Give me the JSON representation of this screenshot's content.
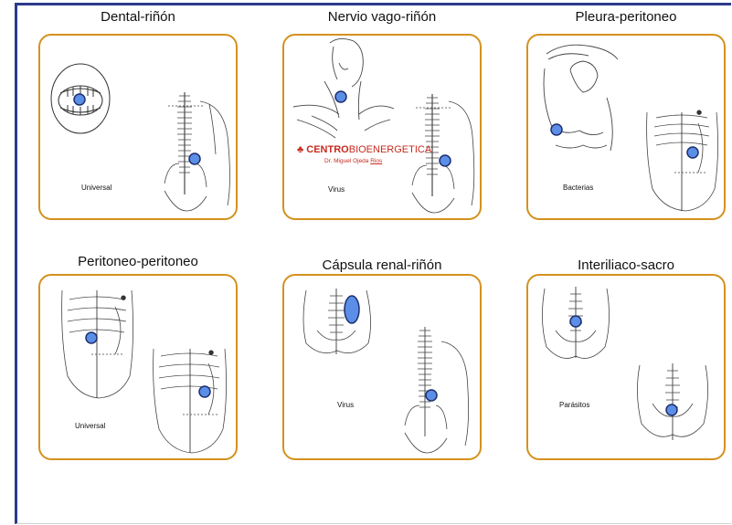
{
  "cards": [
    {
      "title": "Dental-riñón",
      "caption": "Universal"
    },
    {
      "title": "Nervio vago-riñón",
      "caption": "Virus"
    },
    {
      "title": "Pleura-peritoneo",
      "caption": "Bacterias"
    },
    {
      "title": "Peritoneo-peritoneo",
      "caption": "Universal"
    },
    {
      "title": "Cápsula renal-riñón",
      "caption": "Virus"
    },
    {
      "title": "Interiliaco-sacro",
      "caption": "Parásitos"
    }
  ],
  "brand": {
    "name_bold": "CENTRO",
    "name_thin": "BIOENERGETICA",
    "author_prefix": "Dr. Miguel Ojeda",
    "author_surname": "Rios"
  },
  "colors": {
    "card_border": "#d4911e",
    "marker_fill": "#5b8ee6",
    "marker_stroke": "#1d2f6e",
    "frame_border": "#2b3a8c",
    "brand_red": "#c62b1e"
  }
}
